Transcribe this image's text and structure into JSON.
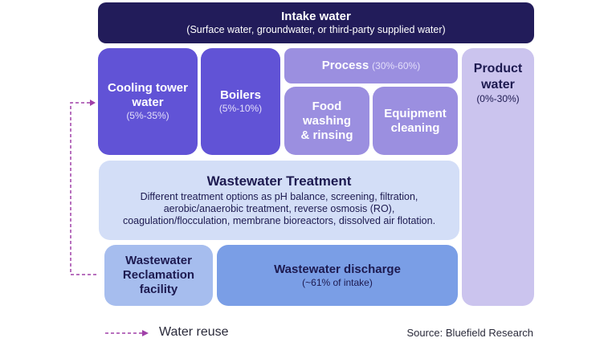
{
  "intake": {
    "title": "Intake water",
    "subtitle": "(Surface water, groundwater, or third-party supplied water)"
  },
  "cooling": {
    "title": "Cooling tower water",
    "share": "(5%-35%)"
  },
  "boilers": {
    "title": "Boilers",
    "share": "(5%-10%)"
  },
  "process": {
    "title": "Process",
    "share": "(30%-60%)"
  },
  "food": {
    "title": "Food washing & rinsing"
  },
  "equipment": {
    "title": "Equipment cleaning"
  },
  "product": {
    "title": "Product water",
    "share": "(0%-30%)"
  },
  "treatment": {
    "title": "Wastewater Treatment",
    "description": "Different treatment options as pH balance, screening, filtration, aerobic/anaerobic treatment, reverse osmosis (RO), coagulation/flocculation, membrane bioreactors, dissolved air flotation."
  },
  "reclamation": {
    "title": "Wastewater Reclamation facility"
  },
  "discharge": {
    "title": "Wastewater discharge",
    "share": "(~61% of intake)"
  },
  "legend": {
    "label": "Water reuse"
  },
  "source": "Source: Bluefield Research",
  "colors": {
    "intake": "#221c5a",
    "primary": "#6153d6",
    "process": "#9b8fe0",
    "product": "#cbc4ee",
    "treatment": "#d3def7",
    "reclamation": "#a6bdee",
    "discharge": "#7a9ee6",
    "reuse": "#a040a8"
  }
}
